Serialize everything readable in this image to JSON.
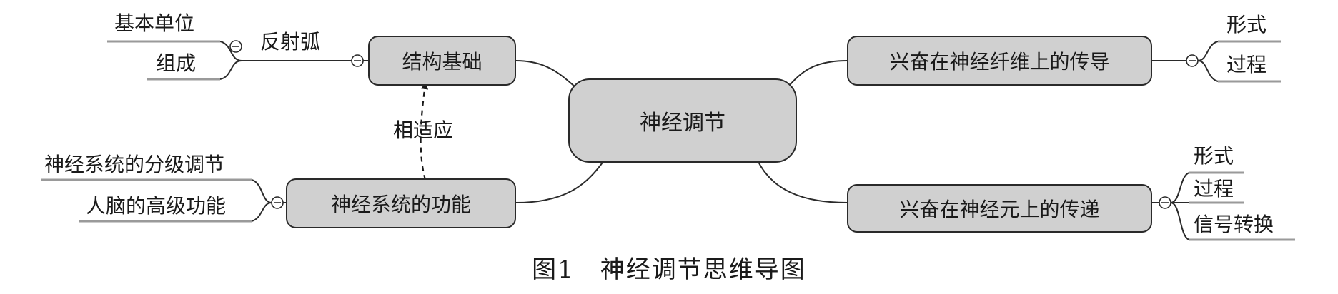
{
  "central": "神经调节",
  "branches": {
    "structure": {
      "label": "结构基础",
      "link_label": "反射弧",
      "leaves": [
        "基本单位",
        "组成"
      ]
    },
    "function": {
      "label": "神经系统的功能",
      "leaves": [
        "神经系统的分级调节",
        "人脑的高级功能"
      ]
    },
    "fiber": {
      "label": "兴奋在神经纤维上的传导",
      "leaves": [
        "形式",
        "过程"
      ]
    },
    "neuron": {
      "label": "兴奋在神经元上的传递",
      "leaves": [
        "形式",
        "过程",
        "信号转换"
      ]
    }
  },
  "relation": {
    "label": "相适应"
  },
  "caption": "图1　神经调节思维导图"
}
